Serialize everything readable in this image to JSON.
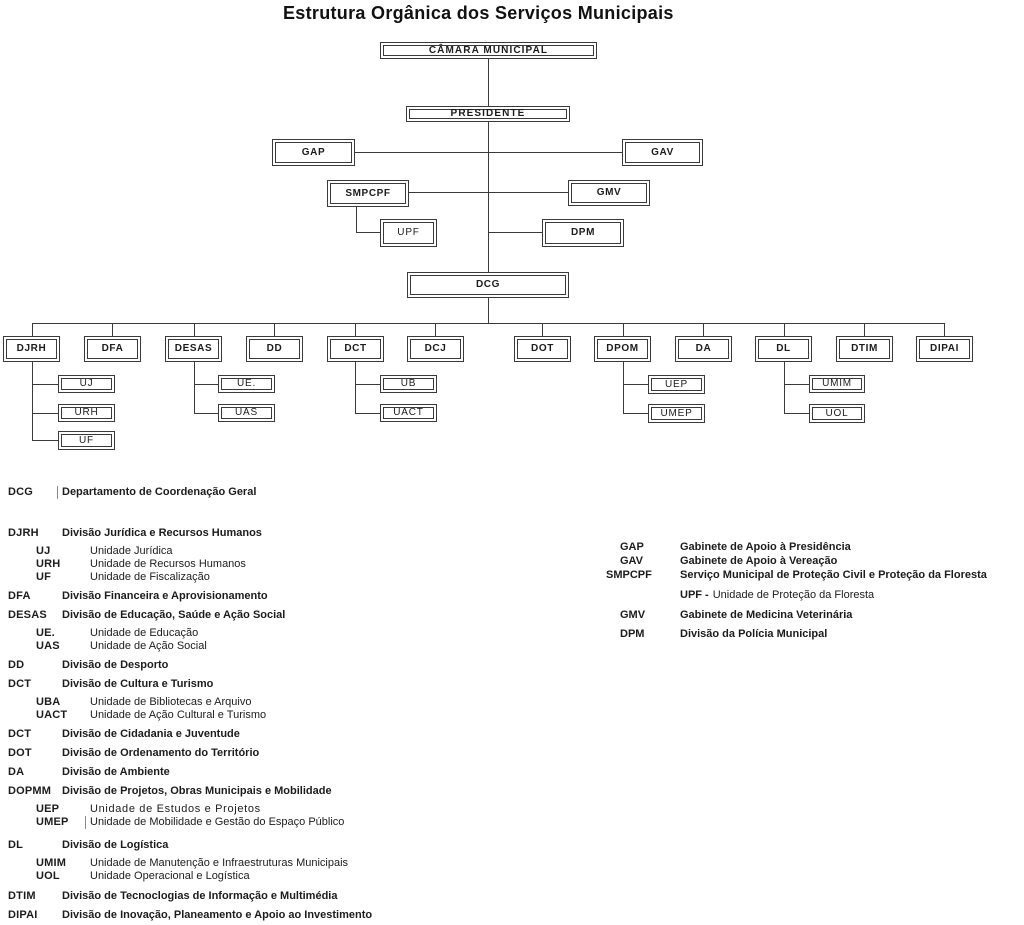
{
  "title": "Estrutura Orgânica dos Serviços Municipais",
  "colors": {
    "ink": "#1c1c1c",
    "line": "#3a3a3a"
  },
  "nodes": {
    "camara": "CÂMARA MUNICIPAL",
    "presidente": "PRESIDENTE",
    "gap": "GAP",
    "gav": "GAV",
    "smpcpf": "SMPCPF",
    "gmv": "GMV",
    "upf": "UPF",
    "dpm": "DPM",
    "dcg": "DCG",
    "djrh": "DJRH",
    "dfa": "DFA",
    "desas": "DESAS",
    "dd": "DD",
    "dct": "DCT",
    "dcj": "DCJ",
    "dot": "DOT",
    "dpom": "DPOM",
    "da": "DA",
    "dl": "DL",
    "dtim": "DTIM",
    "dipai": "DIPAI",
    "uj": "UJ",
    "urh": "URH",
    "uf": "UF",
    "ue": "UE.",
    "uas": "UAS",
    "ub": "UB",
    "uact": "UACT",
    "uep": "UEP",
    "umep": "UMEP",
    "umim": "UMIM",
    "uol": "UOL"
  },
  "legend_left": [
    {
      "abbr": "DCG",
      "text": "Departamento de Coordenação Geral"
    },
    {
      "abbr": "DJRH",
      "text": "Divisão Jurídica e Recursos Humanos"
    },
    {
      "abbr": "UJ",
      "text": "Unidade Jurídica"
    },
    {
      "abbr": "URH",
      "text": "Unidade de Recursos Humanos"
    },
    {
      "abbr": "UF",
      "text": "Unidade de Fiscalização"
    },
    {
      "abbr": "DFA",
      "text": "Divisão Financeira e Aprovisionamento"
    },
    {
      "abbr": "DESAS",
      "text": "Divisão de Educação, Saúde e Ação Social"
    },
    {
      "abbr": "UE.",
      "text": "Unidade de Educação"
    },
    {
      "abbr": "UAS",
      "text": "Unidade de Ação Social"
    },
    {
      "abbr": "DD",
      "text": "Divisão de Desporto"
    },
    {
      "abbr": "DCT",
      "text": "Divisão de Cultura e Turismo"
    },
    {
      "abbr": "UBA",
      "text": "Unidade de Bibliotecas e Arquivo"
    },
    {
      "abbr": "UACT",
      "text": "Unidade de Ação Cultural e Turismo"
    },
    {
      "abbr": "DCT",
      "text": "Divisão de Cidadania e Juventude"
    },
    {
      "abbr": "DOT",
      "text": "Divisão de Ordenamento do Território"
    },
    {
      "abbr": "DA",
      "text": "Divisão de Ambiente"
    },
    {
      "abbr": "DOPMM",
      "text": "Divisão de Projetos, Obras Municipais e Mobilidade"
    },
    {
      "abbr": "UEP",
      "text": "Unidade de Estudos e Projetos"
    },
    {
      "abbr": "UMEP",
      "text": "Unidade de Mobilidade e Gestão do Espaço Público"
    },
    {
      "abbr": "DL",
      "text": "Divisão de Logística"
    },
    {
      "abbr": "UMIM",
      "text": "Unidade de Manutenção e Infraestruturas Municipais"
    },
    {
      "abbr": "UOL",
      "text": "Unidade Operacional e Logística"
    },
    {
      "abbr": "DTIM",
      "text": "Divisão de Tecnoclogias de Informação e Multimédia"
    },
    {
      "abbr": "DIPAI",
      "text": "Divisão de Inovação, Planeamento e Apoio ao Investimento"
    }
  ],
  "legend_right": [
    {
      "abbr": "GAP",
      "text": "Gabinete de Apoio à Presidência"
    },
    {
      "abbr": "GAV",
      "text": "Gabinete de Apoio à Vereação"
    },
    {
      "abbr": "SMPCPF",
      "text": "Serviço Municipal de Proteção Civil e Proteção da Floresta"
    },
    {
      "abbr": "UPF -",
      "text": "Unidade de Proteção da Floresta"
    },
    {
      "abbr": "GMV",
      "text": "Gabinete de Medicina Veterinária"
    },
    {
      "abbr": "DPM",
      "text": "Divisão da Polícia Municipal"
    }
  ]
}
